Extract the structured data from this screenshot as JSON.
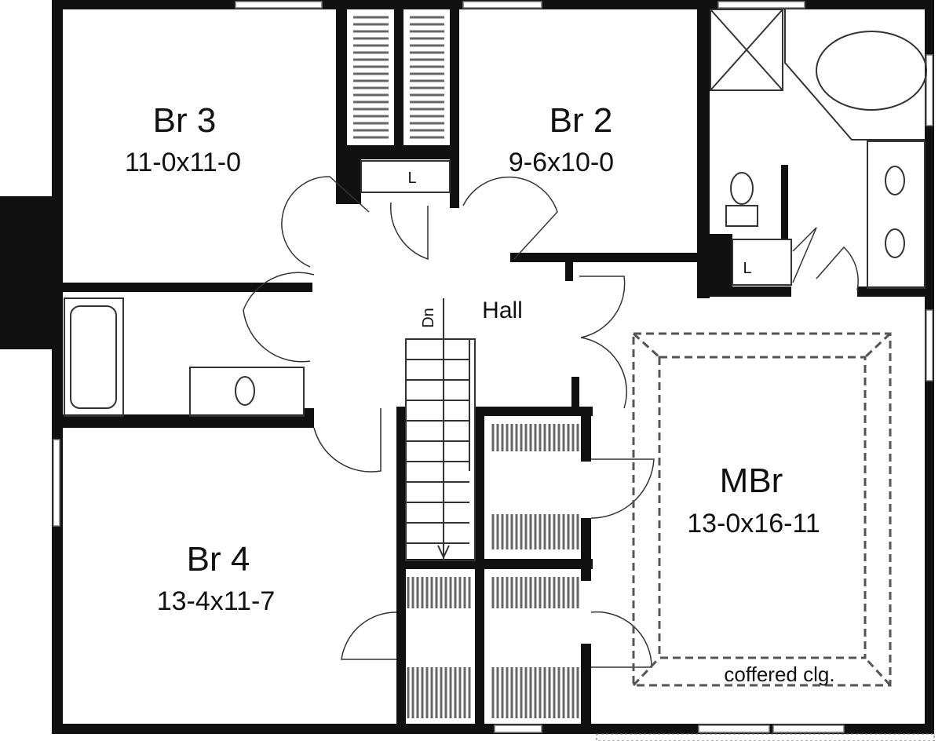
{
  "plan": {
    "rooms": {
      "br3": {
        "name": "Br 3",
        "size": "11-0x11-0"
      },
      "br2": {
        "name": "Br 2",
        "size": "9-6x10-0"
      },
      "hall": {
        "name": "Hall"
      },
      "mbr": {
        "name": "MBr",
        "size": "13-0x16-11"
      },
      "br4": {
        "name": "Br 4",
        "size": "13-4x11-7"
      }
    },
    "labels": {
      "linen1": "L",
      "linen2": "L",
      "stairs_down": "Dn",
      "ceiling_note": "coffered clg."
    }
  }
}
